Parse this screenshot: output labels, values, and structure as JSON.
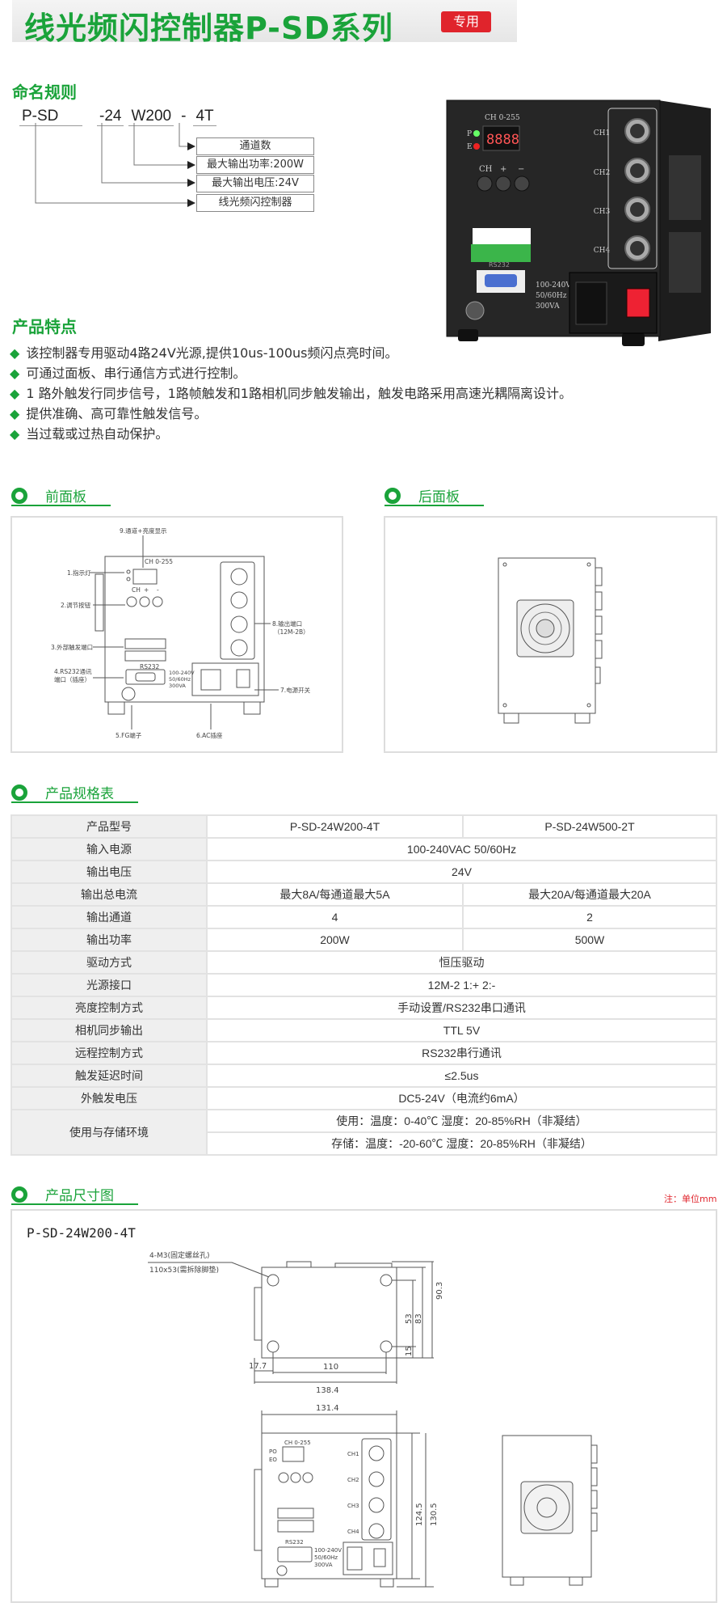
{
  "header": {
    "title": "线光频闪控制器P-SD系列",
    "badge": "专用"
  },
  "naming": {
    "heading": "命名规则",
    "code_parts": [
      "P-SD",
      "-24",
      "W200",
      "-",
      "4T"
    ],
    "labels": [
      "通道数",
      "最大输出功率:200W",
      "最大输出电压:24V",
      "线光频闪控制器"
    ]
  },
  "photo": {
    "ch_label": "CH  0-255",
    "display": "8888",
    "p": "P",
    "e": "E",
    "buttons": [
      "CH",
      "+",
      "−"
    ],
    "channels": [
      "CH1",
      "CH2",
      "CH3",
      "CH4"
    ],
    "rs232": "RS232",
    "power": [
      "100-240V",
      "50/60Hz",
      "300VA"
    ]
  },
  "features": {
    "heading": "产品特点",
    "items": [
      "该控制器专用驱动4路24V光源,提供10us-100us频闪点亮时间。",
      "可通过面板、串行通信方式进行控制。",
      "1 路外触发行同步信号，1路帧触发和1路相机同步触发输出，触发电路采用高速光耦隔离设计。",
      "提供准确、高可靠性触发信号。",
      "当过载或过热自动保护。"
    ]
  },
  "front_panel": {
    "heading": "前面板",
    "callouts": [
      "9.通道+亮度显示",
      "1.指示灯",
      "2.调节按钮",
      "3.外部触发端口",
      "4.RS232通讯",
      "端口（插座）",
      "5.FG端子",
      "6.AC插座",
      "7.电源开关",
      "8.输出端口",
      "（12M-2B）"
    ],
    "ch_label": "CH  0-255",
    "buttons_label": [
      "CH",
      "+",
      "-"
    ],
    "rs232": "RS232",
    "power": [
      "100-240V",
      "50/60Hz",
      "300VA"
    ]
  },
  "rear_panel": {
    "heading": "后面板"
  },
  "specs": {
    "heading": "产品规格表",
    "rows": [
      {
        "k": "产品型号",
        "a": "P-SD-24W200-4T",
        "b": "P-SD-24W500-2T"
      },
      {
        "k": "输入电源",
        "v": "100-240VAC 50/60Hz"
      },
      {
        "k": "输出电压",
        "v": "24V"
      },
      {
        "k": "输出总电流",
        "a": "最大8A/每通道最大5A",
        "b": "最大20A/每通道最大20A"
      },
      {
        "k": "输出通道",
        "a": "4",
        "b": "2"
      },
      {
        "k": "输出功率",
        "a": "200W",
        "b": "500W"
      },
      {
        "k": "驱动方式",
        "v": "恒压驱动"
      },
      {
        "k": "光源接口",
        "v": "12M-2  1:+ 2:-"
      },
      {
        "k": "亮度控制方式",
        "v": "手动设置/RS232串口通讯"
      },
      {
        "k": "相机同步输出",
        "v": "TTL 5V"
      },
      {
        "k": "远程控制方式",
        "v": "RS232串行通讯"
      },
      {
        "k": "触发延迟时间",
        "v": "≤2.5us"
      },
      {
        "k": "外触发电压",
        "v": "DC5-24V（电流约6mA）"
      },
      {
        "k": "使用与存储环境",
        "v": "使用：温度：0-40℃ 湿度：20-85%RH（非凝结）",
        "v2": "存储：温度：-20-60℃ 湿度：20-85%RH（非凝结）"
      }
    ]
  },
  "dimensions": {
    "heading": "产品尺寸图",
    "note": "注：单位mm",
    "model": "P-SD-24W200-4T",
    "hole_label1": "4-M3(固定螺丝孔)",
    "hole_label2": "110x53(需拆除脚垫)",
    "dims": {
      "w1": "17.7",
      "w2": "110",
      "w3": "138.4",
      "h1": "53",
      "h2": "83",
      "h3": "90.3",
      "h4": "15",
      "fw": "131.4",
      "fh1": "124.5",
      "fh2": "130.5"
    },
    "front": {
      "ch_label": "CH 0-255",
      "p": "PO",
      "e": "EO",
      "channels": [
        "CH1",
        "CH2",
        "CH3",
        "CH4"
      ],
      "rs232": "RS232",
      "power": [
        "100-240V",
        "50/60Hz",
        "300VA"
      ]
    }
  },
  "colors": {
    "brand_green": "#1aa33a",
    "badge_red": "#e0242c",
    "note_red": "#e0242c"
  }
}
